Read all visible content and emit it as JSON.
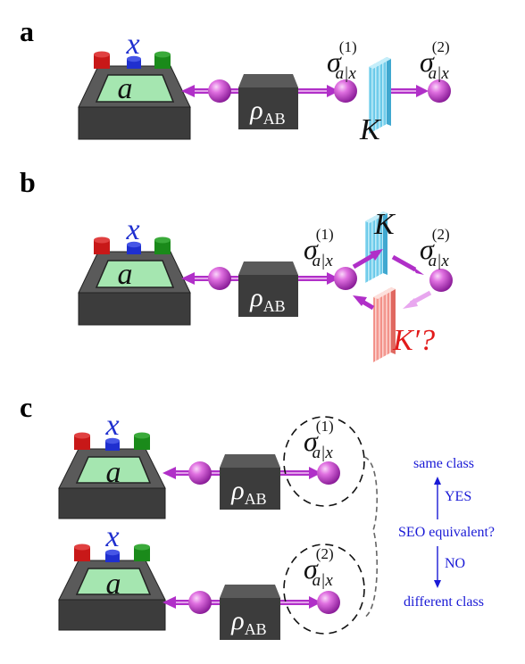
{
  "panels": {
    "a": {
      "label": "a",
      "meas_setting": "x",
      "outcome": "a",
      "state": "ρ",
      "state_sub": "AB",
      "sigma": "σ",
      "sigma_sub": "a|x",
      "sup1": "(1)",
      "sup2": "(2)",
      "map": "K"
    },
    "b": {
      "label": "b",
      "meas_setting": "x",
      "outcome": "a",
      "state": "ρ",
      "state_sub": "AB",
      "sigma": "σ",
      "sigma_sub": "a|x",
      "sup1": "(1)",
      "sup2": "(2)",
      "map": "K",
      "map2": "K′?"
    },
    "c": {
      "label": "c",
      "meas_setting": "x",
      "outcome": "a",
      "state": "ρ",
      "state_sub": "AB",
      "sigma": "σ",
      "sigma_sub": "a|x",
      "sup1": "(1)",
      "sup2": "(2)"
    }
  },
  "flowchart": {
    "top": "same class",
    "yes": "YES",
    "question": "SEO equivalent?",
    "no": "NO",
    "bottom": "different class"
  },
  "colors": {
    "box_top": "#5a5a5a",
    "box_front": "#3c3c3c",
    "screen": "#a5e6b0",
    "red_button": "#c81818",
    "blue_button": "#1f2fcf",
    "green_button": "#1a8a1a",
    "sphere": "#cc44cc",
    "arrow": "#b02fc8",
    "map_k": "#7fd0ea",
    "map_k2": "#f6a9a2",
    "k2_text": "#e21a1a",
    "flow_text": "#1a1ad6"
  }
}
